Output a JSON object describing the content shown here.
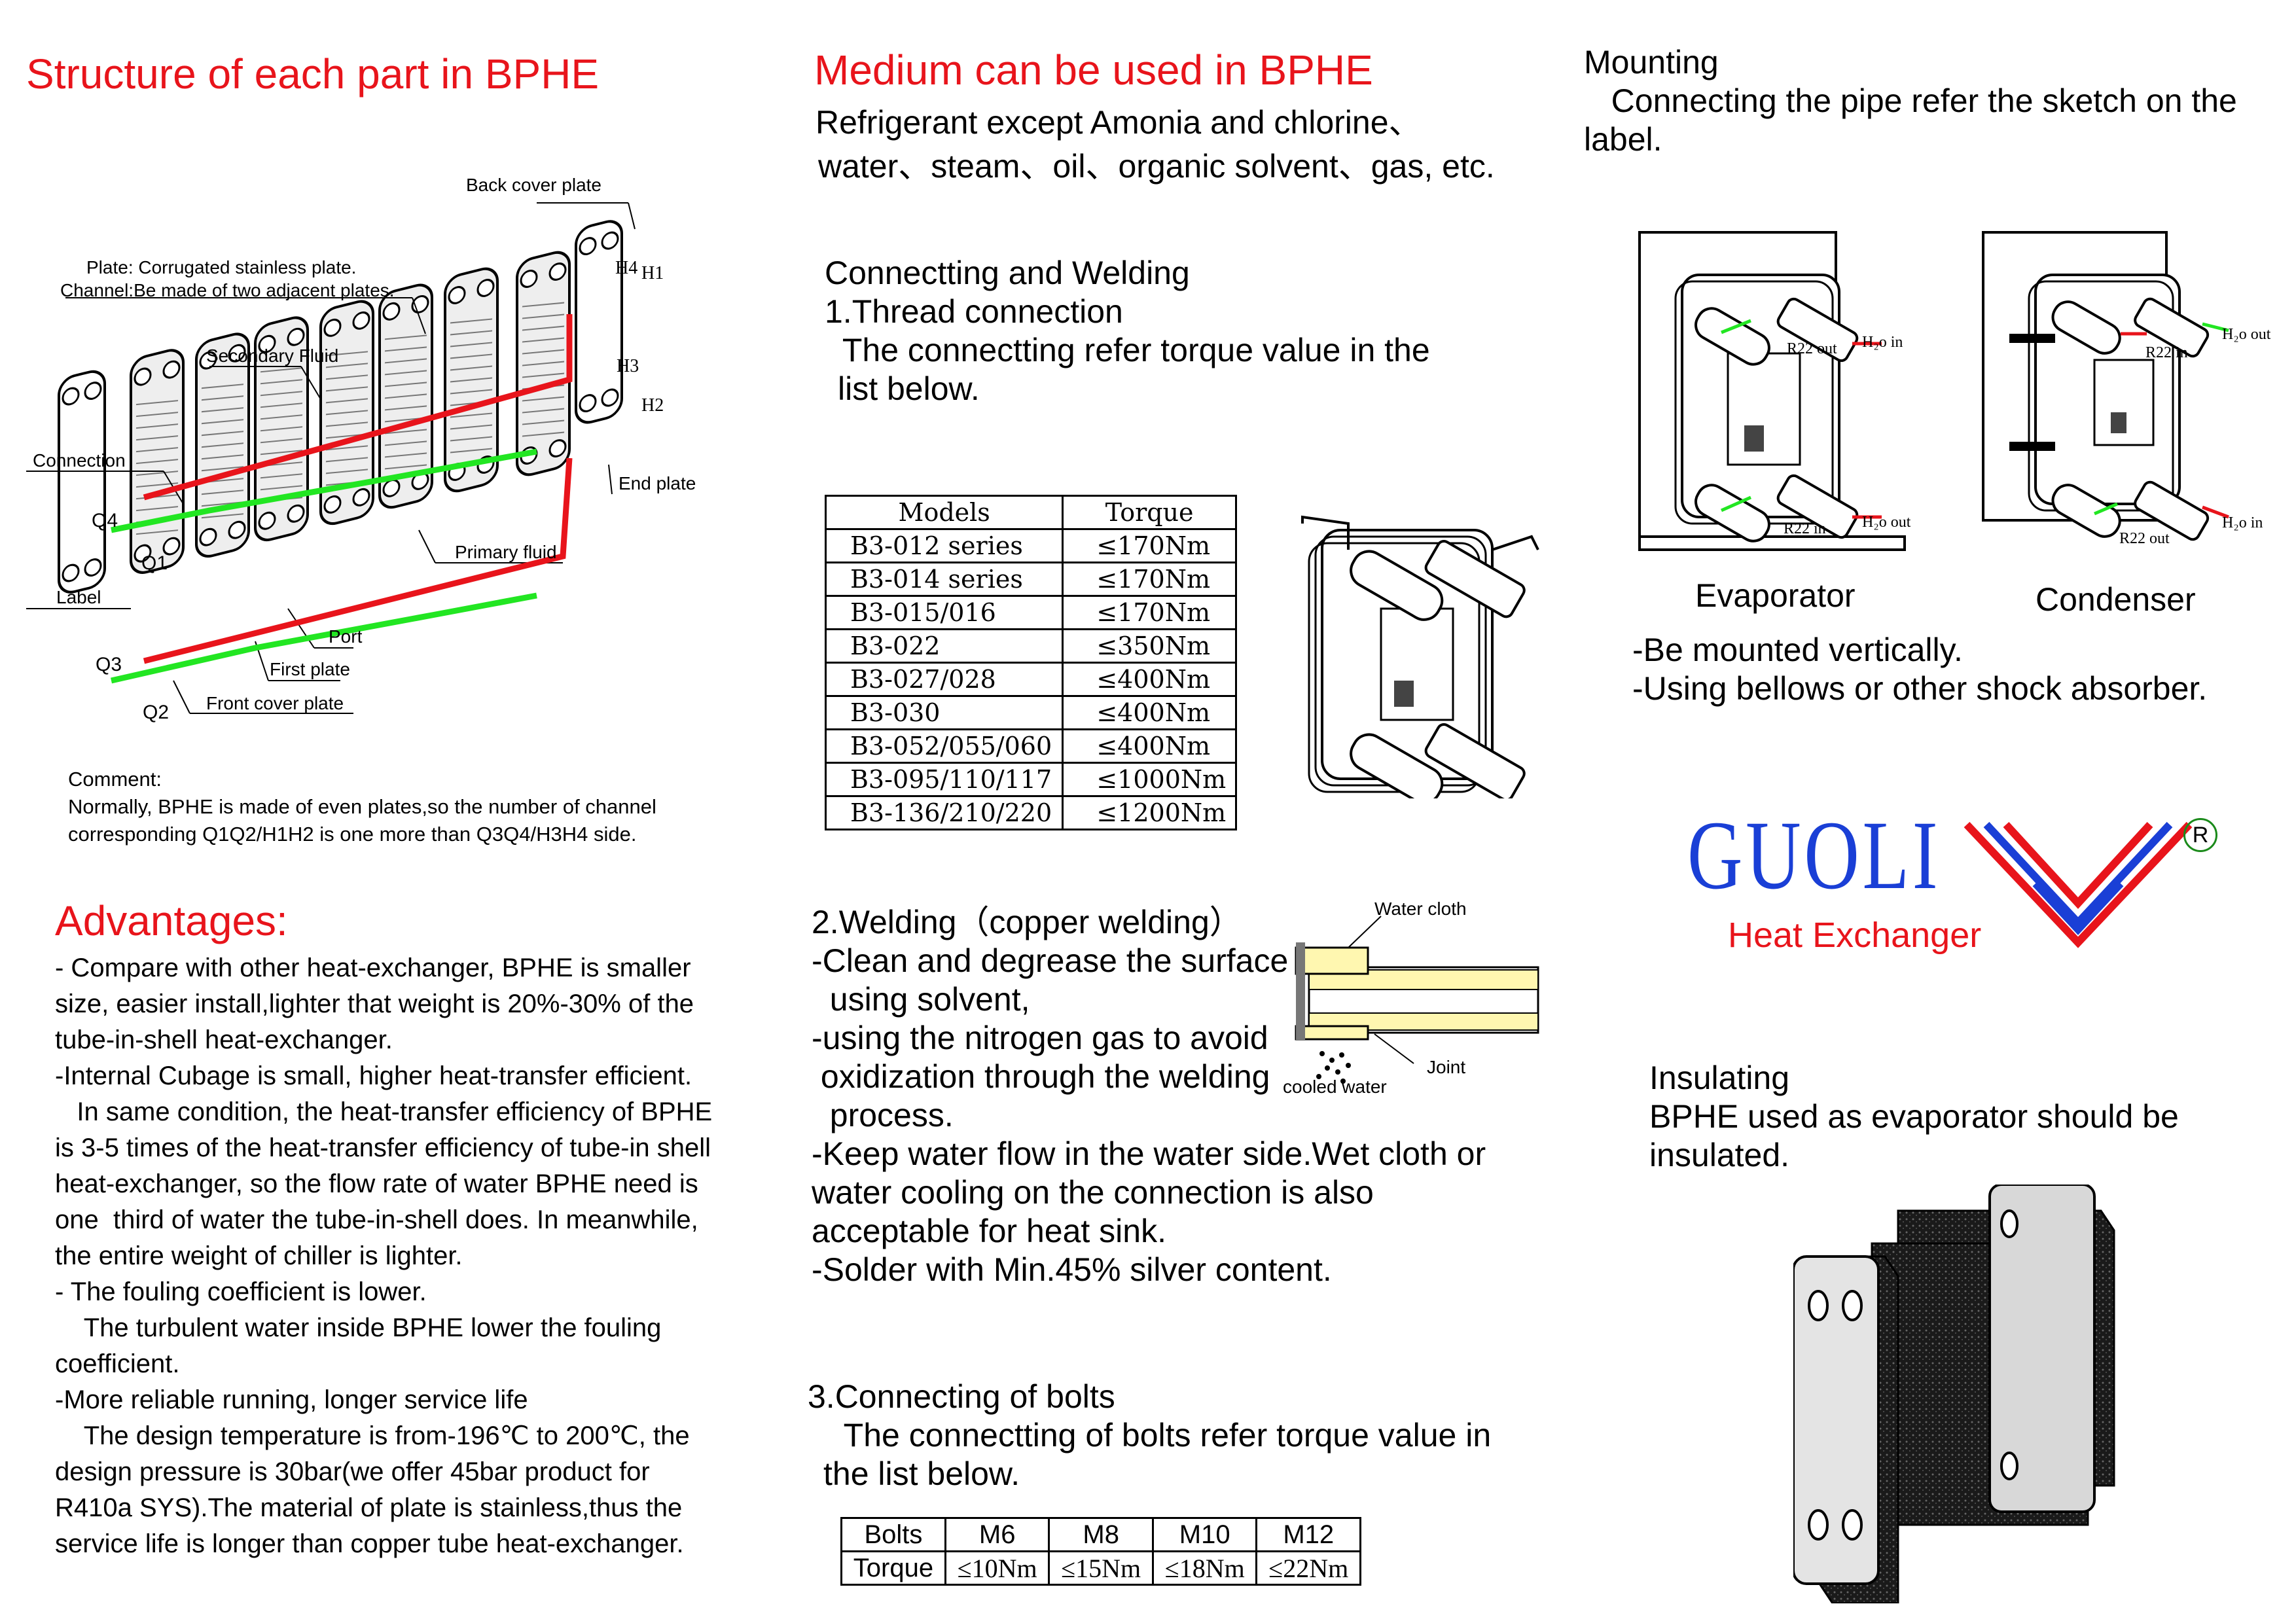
{
  "structure": {
    "title": "Structure of each part in BPHE",
    "labels": {
      "back_cover": "Back cover plate",
      "plate": "Plate: Corrugated stainless plate.",
      "channel": "Channel:Be made of two adjacent plates.",
      "secondary": "Secondary Fluid",
      "connection": "Connection",
      "label": "Label",
      "end_plate": "End plate",
      "primary": "Primary fluid",
      "port": "Port",
      "first_plate": "First plate",
      "front_cover": "Front cover plate",
      "q1": "Q1",
      "q2": "Q2",
      "q3": "Q3",
      "q4": "Q4",
      "h1": "H1",
      "h2": "H2",
      "h3": "H3",
      "h4": "H4"
    },
    "comment_title": "Comment:",
    "comment_line1": "Normally, BPHE is made of even plates,so the number of channel",
    "comment_line2": "corresponding Q1Q2/H1H2 is one more than Q3Q4/H3H4 side."
  },
  "advantages": {
    "title": "Advantages:",
    "lines": [
      "- Compare with other heat-exchanger, BPHE is smaller",
      "size, easier install,lighter that weight is 20%-30% of the",
      "tube-in-shell heat-exchanger.",
      "-Internal Cubage is small, higher heat-transfer efficient.",
      "   In same condition, the heat-transfer efficiency of BPHE",
      "is 3-5 times of the heat-transfer efficiency of tube-in shell",
      "heat-exchanger, so the flow rate of water BPHE need is",
      "one  third of water the tube-in-shell does. In meanwhile,",
      "the entire weight of chiller is lighter.",
      "- The fouling coefficient is lower.",
      "    The turbulent water inside BPHE lower the fouling",
      "coefficient.",
      "-More reliable running, longer service life",
      "    The design temperature is from-196℃ to 200℃, the",
      "design pressure is 30bar(we offer 45bar product for",
      "R410a SYS).The material of plate is stainless,thus the",
      "service life is longer than copper tube heat-exchanger."
    ]
  },
  "medium": {
    "title": "Medium can be used in BPHE",
    "line1": "Refrigerant except Amonia and chlorine、",
    "line2": "water、steam、oil、organic solvent、gas, etc."
  },
  "connecting": {
    "title": "Connectting and Welding",
    "thread_title": "1.Thread connection",
    "thread_line1": "  The connectting refer torque value in the",
    "thread_line2": "list below."
  },
  "models_table": {
    "headers": [
      "Models",
      "Torque"
    ],
    "rows": [
      [
        "B3-012 series",
        "≤170Nm"
      ],
      [
        "B3-014 series",
        "≤170Nm"
      ],
      [
        "B3-015/016",
        "≤170Nm"
      ],
      [
        "B3-022",
        "≤350Nm"
      ],
      [
        "B3-027/028",
        "≤400Nm"
      ],
      [
        "B3-030",
        "≤400Nm"
      ],
      [
        "B3-052/055/060",
        "≤400Nm"
      ],
      [
        "B3-095/110/117",
        "≤1000Nm"
      ],
      [
        "B3-136/210/220",
        "≤1200Nm"
      ]
    ]
  },
  "welding": {
    "lines": [
      "2.Welding（copper welding）",
      "-Clean and degrease the surface",
      "  using solvent,",
      "-using the nitrogen gas to avoid",
      " oxidization through the welding",
      "  process.",
      "-Keep water flow in the water side.Wet cloth or",
      "water cooling on the connection is also",
      "acceptable for heat sink.",
      "-Solder with Min.45% silver content."
    ],
    "water_cloth": "Water cloth",
    "joint": "Joint",
    "cooled_water": "cooled water"
  },
  "bolts": {
    "title": "3.Connecting of bolts",
    "line1": "    The connectting of bolts refer torque value in",
    "line2": "the list below.",
    "header": [
      "Bolts",
      "M6",
      "M8",
      "M10",
      "M12"
    ],
    "torque": [
      "Torque",
      "≤10Nm",
      "≤15Nm",
      "≤18Nm",
      "≤22Nm"
    ]
  },
  "mounting": {
    "title": "Mounting",
    "line1": "   Connecting the pipe refer the sketch on the",
    "line2": "label.",
    "evaporator": "Evaporator",
    "condenser": "Condenser",
    "r22_out": "R22 out",
    "r22_in": "R22 in",
    "h2o_in": "H₂o in",
    "h2o_out": "H₂o out",
    "note1": "-Be mounted vertically.",
    "note2": "-Using bellows or other shock absorber."
  },
  "brand": {
    "name": "GUOLI",
    "sub": "Heat Exchanger",
    "reg": "R",
    "colors": {
      "blue": "#1a3fd6",
      "red": "#e8141b"
    }
  },
  "insulating": {
    "title": "Insulating",
    "line1": "BPHE used as evaporator should be",
    "line2": "insulated."
  }
}
